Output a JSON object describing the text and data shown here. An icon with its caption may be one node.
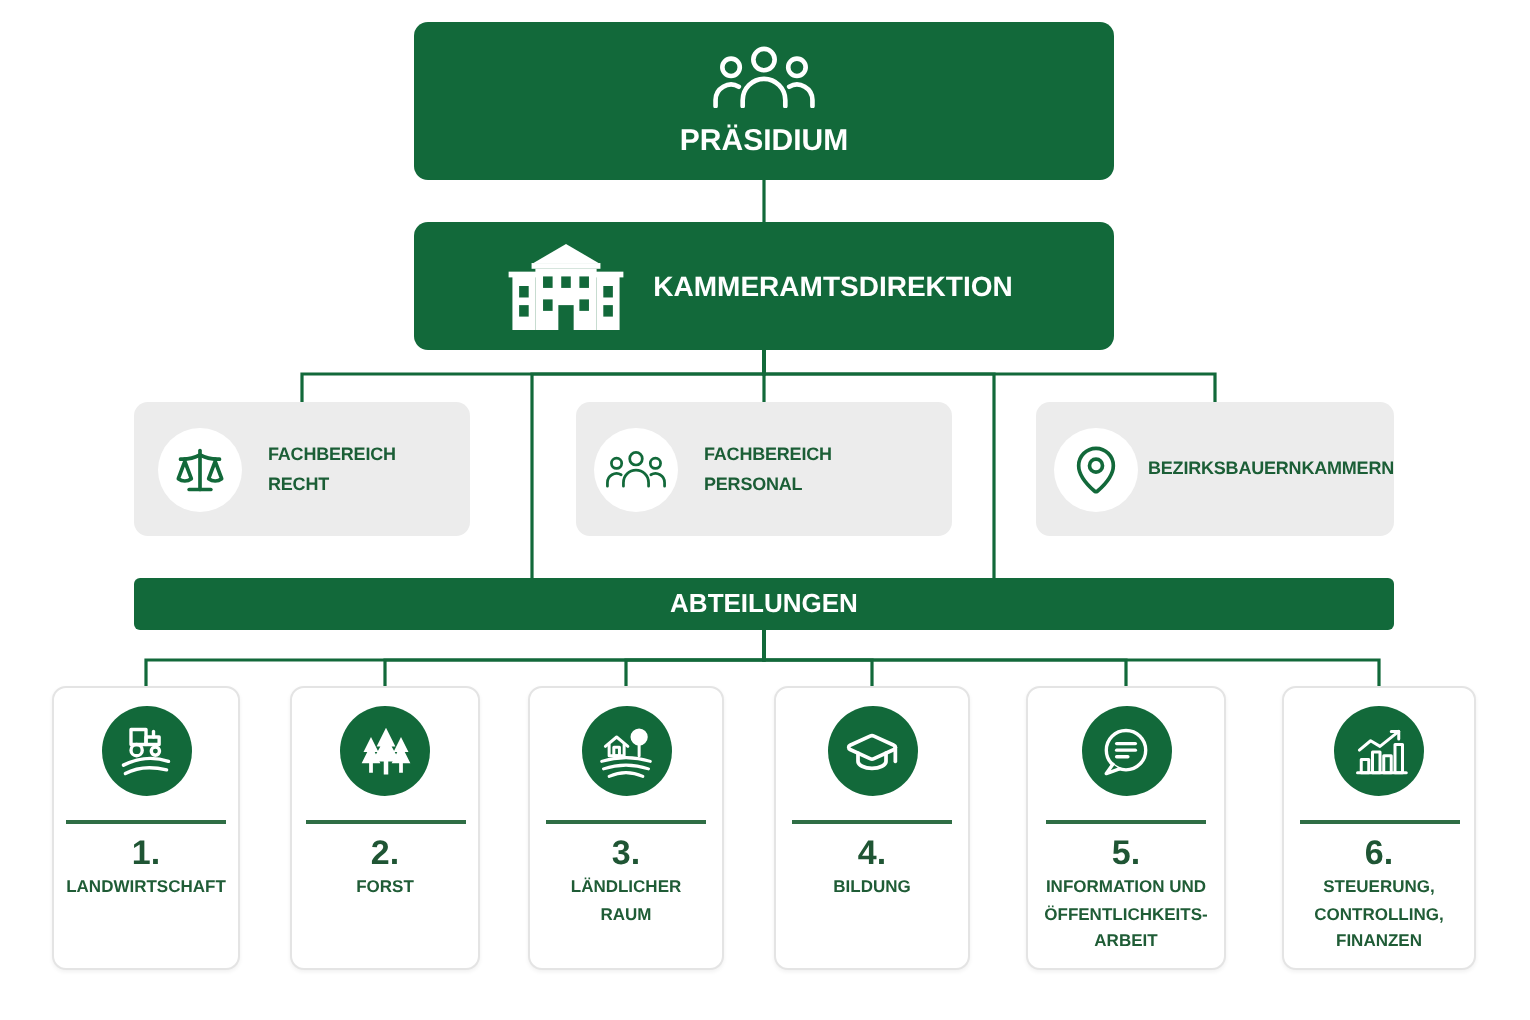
{
  "diagram": {
    "nodes": [
      {
        "text": [
          "PRÄSIDIUM"
        ]
      },
      {
        "text": [
          "KAMMERAMTSDIREKTION"
        ]
      },
      {
        "text": [
          "FACHBEREICH RECHT"
        ]
      },
      {
        "text": [
          "FACHBEREICH PERSONAL"
        ]
      },
      {
        "text": [
          "BEZIRKSBAUERNKAMMERN"
        ]
      },
      {
        "text": [
          "ABTEILUNGEN"
        ]
      },
      {
        "text": [
          "1.",
          "LANDWIRTSCHAFT"
        ]
      },
      {
        "text": [
          "2.",
          "FORST"
        ]
      },
      {
        "text": [
          "3.",
          "LÄNDLICHER RAUM"
        ]
      },
      {
        "text": [
          "4.",
          "BILDUNG"
        ]
      },
      {
        "text": [
          "5.",
          "INFORMATION UND ÖFFENTLICHKEITS-ARBEIT"
        ]
      },
      {
        "text": [
          "6.",
          "STEUERUNG, CONTROLLING, FINANZEN"
        ]
      }
    ],
    "edges": [
      {
        "from": 0,
        "to": 1,
        "arrow": "none"
      },
      {
        "from": 1,
        "to": 2,
        "arrow": "none"
      },
      {
        "from": 1,
        "to": 3,
        "arrow": "none"
      },
      {
        "from": 1,
        "to": 4,
        "arrow": "none"
      },
      {
        "from": 1,
        "to": 5,
        "arrow": "none"
      },
      {
        "from": 1,
        "to": 5,
        "arrow": "none"
      },
      {
        "from": 5,
        "to": 6,
        "arrow": "none"
      },
      {
        "from": 5,
        "to": 7,
        "arrow": "none"
      },
      {
        "from": 5,
        "to": 8,
        "arrow": "none"
      },
      {
        "from": 5,
        "to": 9,
        "arrow": "none"
      },
      {
        "from": 5,
        "to": 10,
        "arrow": "none"
      },
      {
        "from": 5,
        "to": 11,
        "arrow": "none"
      }
    ]
  }
}
